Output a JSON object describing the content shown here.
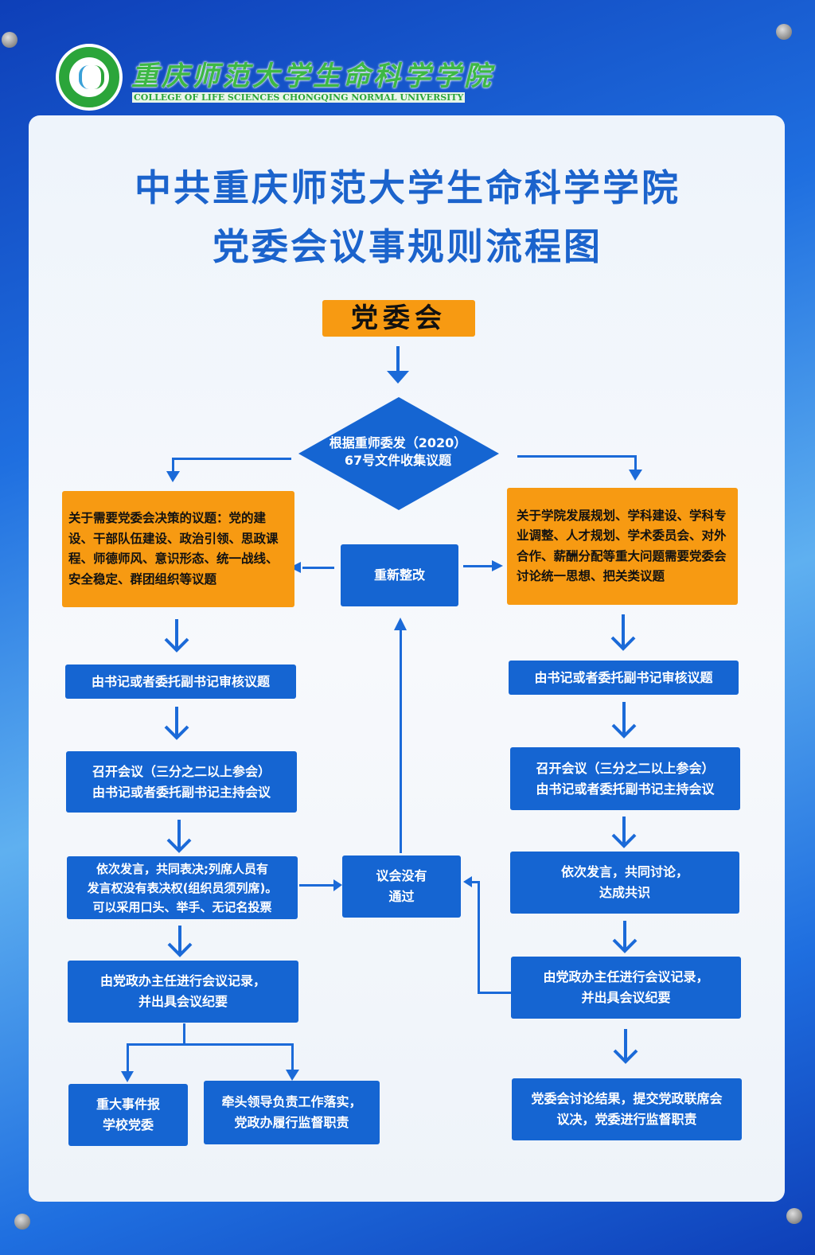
{
  "header": {
    "school_cn": "重庆师范大学生命科学学院",
    "school_en": "COLLEGE OF LIFE SCIENCES CHONGQING NORMAL UNIVERSITY"
  },
  "title": {
    "line1": "中共重庆师范大学生命科学学院",
    "line2": "党委会议事规则流程图"
  },
  "nodes": {
    "start": "党委会",
    "collect": "根据重师委发（2020）\n67号文件收集议题",
    "left_topic": "关于需要党委会决策的议题：党的建设、干部队伍建设、政治引领、思政课程、师德师风、意识形态、统一战线、安全稳定、群团组织等议题",
    "right_topic": "关于学院发展规划、学科建设、学科专业调整、人才规划、学术委员会、对外合作、薪酬分配等重大问题需要党委会讨论统一思想、把关类议题",
    "rectify": "重新整改",
    "left_review": "由书记或者委托副书记审核议题",
    "left_meeting": "召开会议（三分之二以上参会）\n由书记或者委托副书记主持会议",
    "left_vote": "依次发言，共同表决;列席人员有\n发言权没有表决权(组织员须列席)。\n可以采用口头、举手、无记名投票",
    "not_passed": "议会没有\n通过",
    "left_record": "由党政办主任进行会议记录，\n并出具会议纪要",
    "report": "重大事件报\n学校党委",
    "implement": "牵头领导负责工作落实，\n党政办履行监督职责",
    "right_review": "由书记或者委托副书记审核议题",
    "right_meeting": "召开会议（三分之二以上参会）\n由书记或者委托副书记主持会议",
    "right_discuss": "依次发言，共同讨论，\n达成共识",
    "right_record": "由党政办主任进行会议记录，\n并出具会议纪要",
    "right_result": "党委会讨论结果，提交党政联席会\n议决，党委进行监督职责"
  }
}
